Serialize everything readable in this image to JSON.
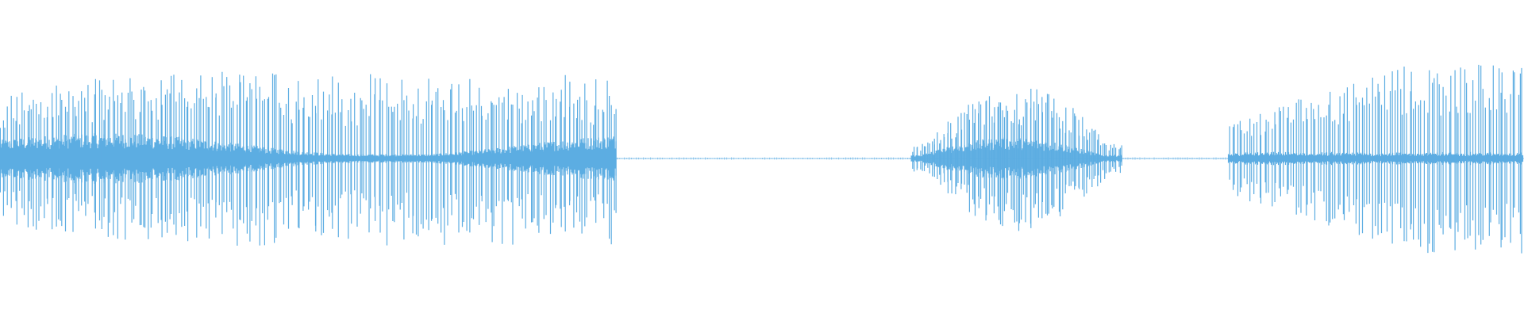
{
  "waveform": {
    "color": "#5dade2",
    "background": "#ffffff",
    "duration_fraction_segments": [
      {
        "start": 0.0,
        "end": 0.405,
        "kind": "speech-dense",
        "peak": 0.56,
        "core": 0.12,
        "lines": 260
      },
      {
        "start": 0.405,
        "end": 0.598,
        "kind": "silence",
        "peak": 0.006,
        "core": 0.002,
        "lines": 0
      },
      {
        "start": 0.598,
        "end": 0.737,
        "kind": "speech-burst",
        "peak": 0.46,
        "core": 0.1,
        "lines": 110
      },
      {
        "start": 0.737,
        "end": 0.806,
        "kind": "silence",
        "peak": 0.006,
        "core": 0.002,
        "lines": 0
      },
      {
        "start": 0.806,
        "end": 1.0,
        "kind": "speech-sparse",
        "peak": 0.6,
        "core": 0.03,
        "lines": 120
      }
    ]
  }
}
